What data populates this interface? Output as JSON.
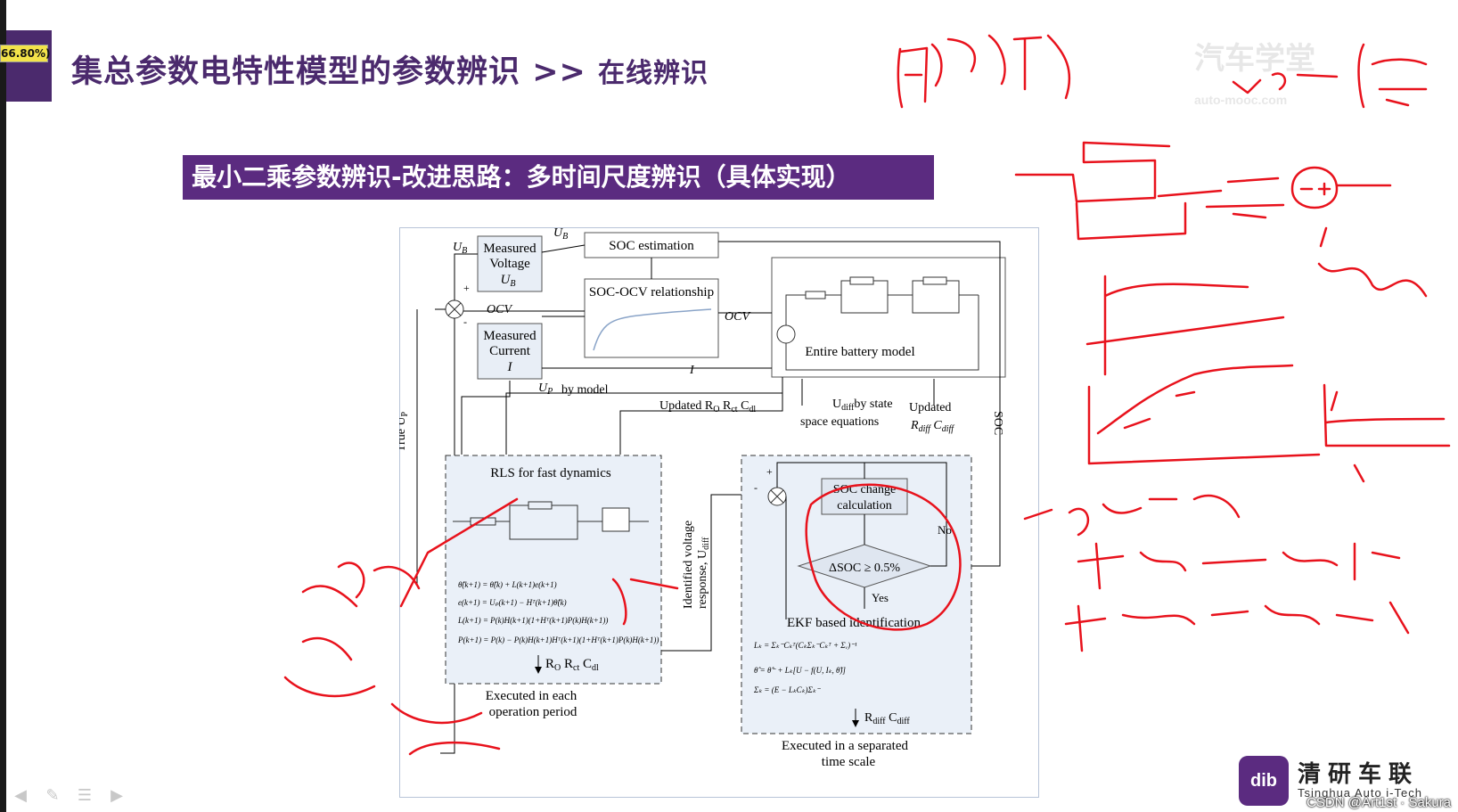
{
  "zoom_badge": "66.80%)",
  "page_title": {
    "main": "集总参数电特性模型的参数辨识",
    "arrow": ">>",
    "sub": "在线辨识"
  },
  "subtitle": "最小二乘参数辨识-改进思路：多时间尺度辨识（具体实现）",
  "watermark": "汽车学堂",
  "watermark_url": "auto-mooc.com",
  "logo": {
    "icon": "dib",
    "cn": "清研车联",
    "en": "Tsinghua Auto i-Tech"
  },
  "csdn": "CSDN @Art1st · Sakura",
  "diagram": {
    "measured_voltage": [
      "Measured",
      "Voltage",
      "U",
      "B"
    ],
    "measured_current": [
      "Measured",
      "Current",
      "I"
    ],
    "soc_estimation": "SOC estimation",
    "soc_ocv": "SOC-OCV relationship",
    "entire_model": "Entire battery model",
    "ocv": "OCV",
    "ub": "U",
    "ub_sub": "B",
    "i": "I",
    "up_by_model": "by model",
    "updated_ro": "Updated R",
    "udiff_state": [
      "by state",
      "space equations"
    ],
    "updated_rdiff": [
      "Updated",
      "R",
      "C"
    ],
    "true_up": "True U",
    "soc_vertical": "SOC",
    "rls": "RLS for fast dynamics",
    "rls_out": "R",
    "executed_each": [
      "Executed in each",
      "operation period"
    ],
    "identified_voltage": [
      "Identified voltage",
      "response, U"
    ],
    "soc_change": [
      "SOC change",
      "calculation"
    ],
    "delta_soc": "ΔSOC ≥ 0.5%",
    "yes": "Yes",
    "no": "No",
    "ekf": "EKF based identification",
    "ekf_out": "R",
    "executed_sep": [
      "Executed in a separated",
      "time scale"
    ],
    "plus": "+",
    "minus": "-"
  },
  "colors": {
    "accent_purple": "#5b2b80",
    "title_purple": "#4b2a6d",
    "ink_red": "#e8121c"
  }
}
